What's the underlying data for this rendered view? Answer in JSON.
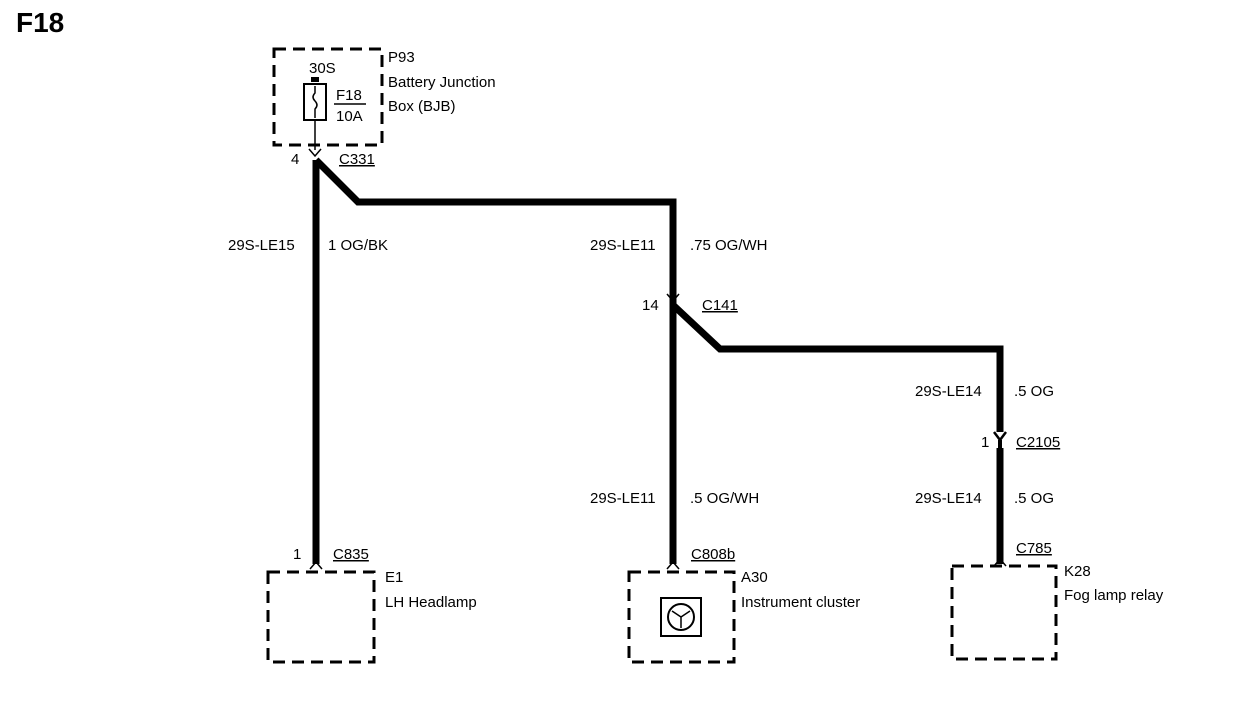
{
  "title": "F18",
  "bjb": {
    "ref": "P93",
    "name_line1": "Battery Junction",
    "name_line2": "Box (BJB)",
    "circuit": "30S",
    "fuse_id": "F18",
    "fuse_rating": "10A",
    "pin": "4",
    "connector": "C331"
  },
  "wires": {
    "headlamp": {
      "circuit": "29S-LE15",
      "gauge_color": "1 OG/BK"
    },
    "cluster_upper": {
      "circuit": "29S-LE11",
      "gauge_color": ".75 OG/WH"
    },
    "cluster_lower": {
      "circuit": "29S-LE11",
      "gauge_color": ".5 OG/WH"
    },
    "relay_upper": {
      "circuit": "29S-LE14",
      "gauge_color": ".5 OG"
    },
    "relay_lower": {
      "circuit": "29S-LE14",
      "gauge_color": ".5 OG"
    }
  },
  "splices": {
    "c141": {
      "pin": "14",
      "connector": "C141"
    },
    "c2105": {
      "pin": "1",
      "connector": "C2105"
    }
  },
  "components": {
    "headlamp": {
      "pin": "1",
      "connector": "C835",
      "ref": "E1",
      "name": "LH Headlamp"
    },
    "cluster": {
      "connector": "C808b",
      "ref": "A30",
      "name": "Instrument cluster"
    },
    "relay": {
      "connector": "C785",
      "ref": "K28",
      "name": "Fog lamp relay"
    }
  }
}
